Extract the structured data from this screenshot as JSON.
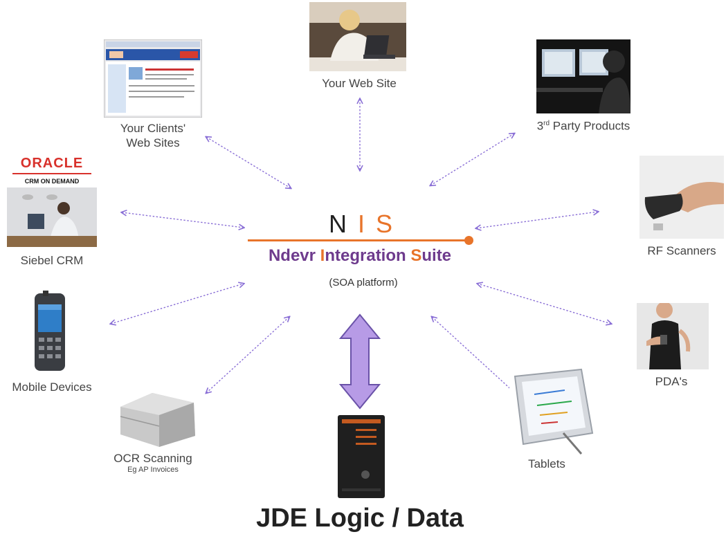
{
  "nis": {
    "letters": [
      "N",
      "I",
      "S"
    ],
    "name_parts": [
      {
        "initial": "N",
        "rest": "devr "
      },
      {
        "initial": "I",
        "rest": "ntegration "
      },
      {
        "initial": "S",
        "rest": "uite"
      }
    ],
    "platform": "(SOA platform)"
  },
  "nodes": {
    "web_site": "Your Web Site",
    "clients_line1": "Your Clients'",
    "clients_line2": "Web Sites",
    "third_party_prefix": "3",
    "third_party_sup": "rd",
    "third_party_suffix": " Party Products",
    "oracle_logo": "ORACLE",
    "oracle_tag": "CRM ON DEMAND",
    "siebel": "Siebel CRM",
    "rf_scanners": "RF Scanners",
    "mobile": "Mobile Devices",
    "pda": "PDA's",
    "ocr": "OCR Scanning",
    "ocr_sub": "Eg AP Invoices",
    "tablets": "Tablets"
  },
  "footer": "JDE Logic / Data",
  "colors": {
    "accent_orange": "#e8742a",
    "name_purple": "#6e3b8d",
    "arrow_purple": "#8a6fd6",
    "big_arrow_fill": "#b79be6"
  }
}
